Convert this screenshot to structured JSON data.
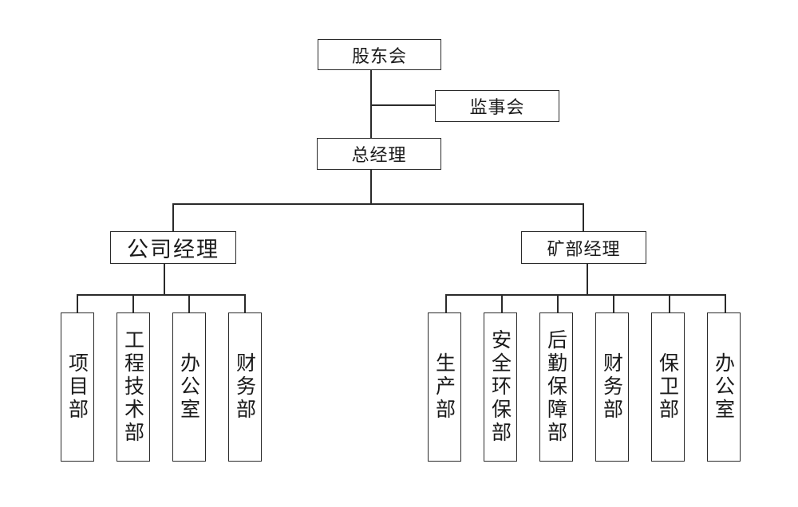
{
  "org": {
    "shareholders": "股东会",
    "supervisory_board": "监事会",
    "general_manager": "总经理",
    "company_manager": "公司经理",
    "mine_manager": "矿部经理",
    "company_departments": [
      {
        "key": "project",
        "label": "项目部"
      },
      {
        "key": "engineering",
        "label": "工程技术部"
      },
      {
        "key": "office",
        "label": "办公室"
      },
      {
        "key": "finance",
        "label": "财务部"
      }
    ],
    "mine_departments": [
      {
        "key": "production",
        "label": "生产部"
      },
      {
        "key": "safety",
        "label": "安全环保部"
      },
      {
        "key": "logistics",
        "label": "后勤保障部"
      },
      {
        "key": "finance",
        "label": "财务部"
      },
      {
        "key": "security",
        "label": "保卫部"
      },
      {
        "key": "office",
        "label": "办公室"
      }
    ]
  }
}
